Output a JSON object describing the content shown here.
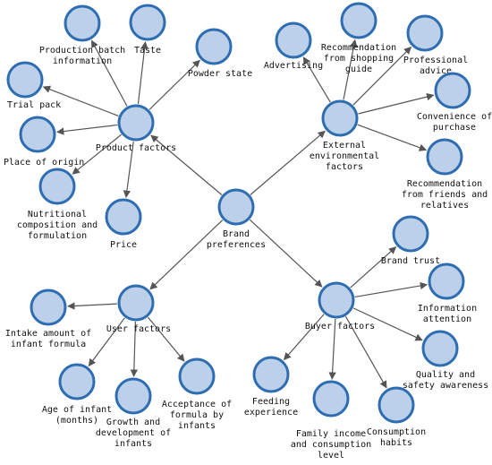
{
  "center": {
    "label": [
      "Brand",
      "preferences"
    ]
  },
  "groups": [
    {
      "id": "product",
      "label": [
        "Product factors"
      ],
      "children": [
        {
          "id": "production-batch",
          "label": [
            "Production batch",
            "information"
          ]
        },
        {
          "id": "taste",
          "label": [
            "Taste"
          ]
        },
        {
          "id": "powder-state",
          "label": [
            "Powder state"
          ]
        },
        {
          "id": "trial-pack",
          "label": [
            "Trial pack"
          ]
        },
        {
          "id": "place-of-origin",
          "label": [
            "Place of origin"
          ]
        },
        {
          "id": "nutritional-composition",
          "label": [
            "Nutritional",
            "composition and",
            "formulation"
          ]
        },
        {
          "id": "price",
          "label": [
            "Price"
          ]
        }
      ]
    },
    {
      "id": "external",
      "label": [
        "External",
        "environmental",
        "factors"
      ],
      "children": [
        {
          "id": "advertising",
          "label": [
            "Advertising"
          ]
        },
        {
          "id": "shopping-guide",
          "label": [
            "Recommendation",
            "from shopping",
            "guide"
          ]
        },
        {
          "id": "professional-advice",
          "label": [
            "Professional",
            "advice"
          ]
        },
        {
          "id": "convenience",
          "label": [
            "Convenience of",
            "purchase"
          ]
        },
        {
          "id": "friends-relatives",
          "label": [
            "Recommendation",
            "from friends and",
            "relatives"
          ]
        }
      ]
    },
    {
      "id": "user",
      "label": [
        "User factors"
      ],
      "children": [
        {
          "id": "intake-amount",
          "label": [
            "Intake amount of",
            "infant formula"
          ]
        },
        {
          "id": "age-of-infant",
          "label": [
            "Age of infant",
            "(months)"
          ]
        },
        {
          "id": "growth-development",
          "label": [
            "Growth and",
            "development of",
            "infants"
          ]
        },
        {
          "id": "acceptance",
          "label": [
            "Acceptance of",
            "formula by",
            "infants"
          ]
        }
      ]
    },
    {
      "id": "buyer",
      "label": [
        "Buyer factors"
      ],
      "children": [
        {
          "id": "brand-trust",
          "label": [
            "Brand trust"
          ]
        },
        {
          "id": "information-attention",
          "label": [
            "Information",
            "attention"
          ]
        },
        {
          "id": "quality-safety",
          "label": [
            "Quality and",
            "safety awareness"
          ]
        },
        {
          "id": "consumption-habits",
          "label": [
            "Consumption",
            "habits"
          ]
        },
        {
          "id": "family-income",
          "label": [
            "Family income",
            "and consumption",
            "level"
          ]
        },
        {
          "id": "feeding-experience",
          "label": [
            "Feeding",
            "experience"
          ]
        }
      ]
    }
  ]
}
